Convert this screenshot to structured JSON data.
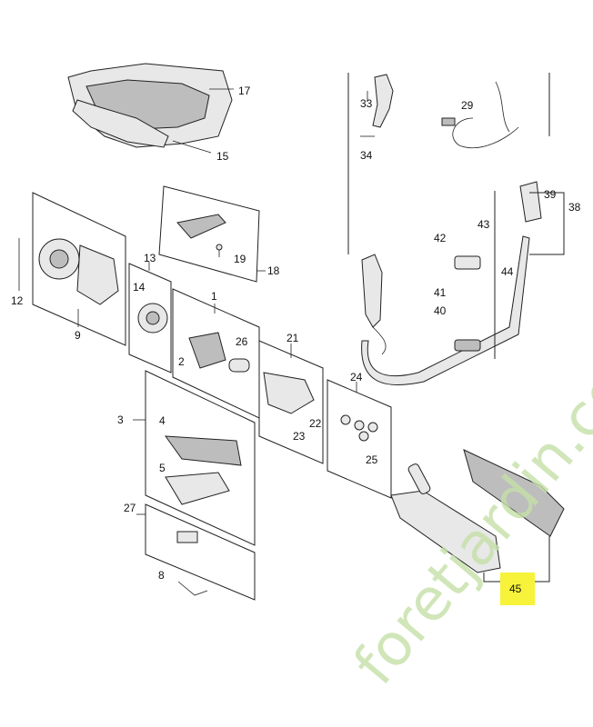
{
  "watermark": "foretjardin.com",
  "highlight_color": "#f6f33a",
  "watermark_color": "#c5e0a8",
  "highlighted_callout": "45",
  "callouts": {
    "c1": "1",
    "c2": "2",
    "c3": "3",
    "c4": "4",
    "c5": "5",
    "c8": "8",
    "c9": "9",
    "c12": "12",
    "c13": "13",
    "c14": "14",
    "c15": "15",
    "c17": "17",
    "c18": "18",
    "c19": "19",
    "c21": "21",
    "c22": "22",
    "c23": "23",
    "c24": "24",
    "c25": "25",
    "c26": "26",
    "c27": "27",
    "c29": "29",
    "c33": "33",
    "c34": "34",
    "c38": "38",
    "c39": "39",
    "c40": "40",
    "c41": "41",
    "c42": "42",
    "c43": "43",
    "c44": "44",
    "c45": "45"
  }
}
